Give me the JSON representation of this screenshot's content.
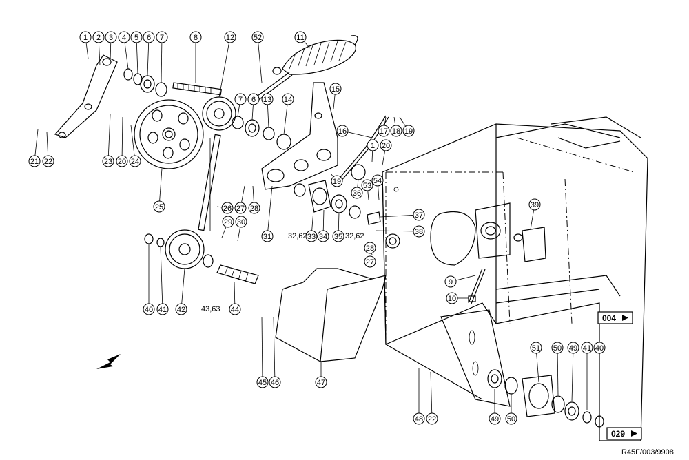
{
  "callouts": [
    {
      "label": "1"
    },
    {
      "label": "2"
    },
    {
      "label": "3"
    },
    {
      "label": "4"
    },
    {
      "label": "5"
    },
    {
      "label": "6"
    },
    {
      "label": "7"
    },
    {
      "label": "8"
    },
    {
      "label": "12"
    },
    {
      "label": "52"
    },
    {
      "label": "11"
    },
    {
      "label": "7"
    },
    {
      "label": "6"
    },
    {
      "label": "13"
    },
    {
      "label": "14"
    },
    {
      "label": "15"
    },
    {
      "label": "16"
    },
    {
      "label": "17"
    },
    {
      "label": "18"
    },
    {
      "label": "19"
    },
    {
      "label": "1"
    },
    {
      "label": "20"
    },
    {
      "label": "21"
    },
    {
      "label": "22"
    },
    {
      "label": "23"
    },
    {
      "label": "20"
    },
    {
      "label": "24"
    },
    {
      "label": "25"
    },
    {
      "label": "19"
    },
    {
      "label": "36"
    },
    {
      "label": "53"
    },
    {
      "label": "54"
    },
    {
      "label": "37"
    },
    {
      "label": "38"
    },
    {
      "label": "39"
    },
    {
      "label": "27"
    },
    {
      "label": "28"
    },
    {
      "label": "26"
    },
    {
      "label": "29"
    },
    {
      "label": "30"
    },
    {
      "label": "31"
    },
    {
      "label": "33"
    },
    {
      "label": "34"
    },
    {
      "label": "35"
    },
    {
      "label": "28"
    },
    {
      "label": "27"
    },
    {
      "label": "9"
    },
    {
      "label": "10"
    },
    {
      "label": "40"
    },
    {
      "label": "41"
    },
    {
      "label": "42"
    },
    {
      "label": "44"
    },
    {
      "label": "45"
    },
    {
      "label": "46"
    },
    {
      "label": "47"
    },
    {
      "label": "48"
    },
    {
      "label": "22"
    },
    {
      "label": "49"
    },
    {
      "label": "50"
    },
    {
      "label": "51"
    },
    {
      "label": "50"
    },
    {
      "label": "49"
    },
    {
      "label": "41"
    },
    {
      "label": "40"
    }
  ],
  "plain_labels": [
    {
      "text": "32,62"
    },
    {
      "text": "32,62"
    },
    {
      "text": "43,63"
    }
  ],
  "page_refs": [
    {
      "label": "004"
    },
    {
      "label": "029"
    }
  ],
  "footer": "R45F/003/9908"
}
